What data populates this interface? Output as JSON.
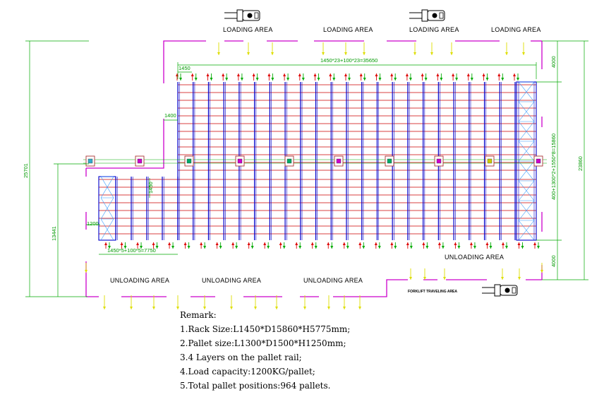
{
  "areas": {
    "loading": [
      "LOADING  AREA",
      "LOADING  AREA",
      "LOADING  AREA",
      "LOADING  AREA"
    ],
    "unloading": [
      "UNLOADING  AREA",
      "UNLOADING  AREA",
      "UNLOADING  AREA",
      "UNLOADING  AREA"
    ],
    "forklift_travel": "FORKLIFT TRAVELING AREA"
  },
  "dimensions": {
    "top_total": "1450*23+100*23=35650",
    "top_bay": "1450",
    "left_aisle": "1400",
    "left_gap": "1450",
    "left_bottom": "1200",
    "bottom_total": "1450*5+100*5=7750",
    "outer_height": "25701",
    "lower_height": "13441",
    "right_top": "4000",
    "right_middle": "400+1300*2+1550*8=15860",
    "right_bottom": "4000",
    "right_total": "23860"
  },
  "remark": {
    "title": "Remark:",
    "lines": [
      "1.Rack Size:L1450*D15860*H5775mm;",
      "2.Pallet size:L1300*D1500*H1250mm;",
      "3.4 Layers on the pallet rail;",
      "4.Load capacity:1200KG/pallet;",
      "5.Total pallet positions:964 pallets."
    ]
  },
  "colors": {
    "rack_upright": "#0000cc",
    "rail": "#cc0000",
    "boundary": "#cc00cc",
    "dimension": "#00aa00",
    "arrow": "#dddd00"
  }
}
